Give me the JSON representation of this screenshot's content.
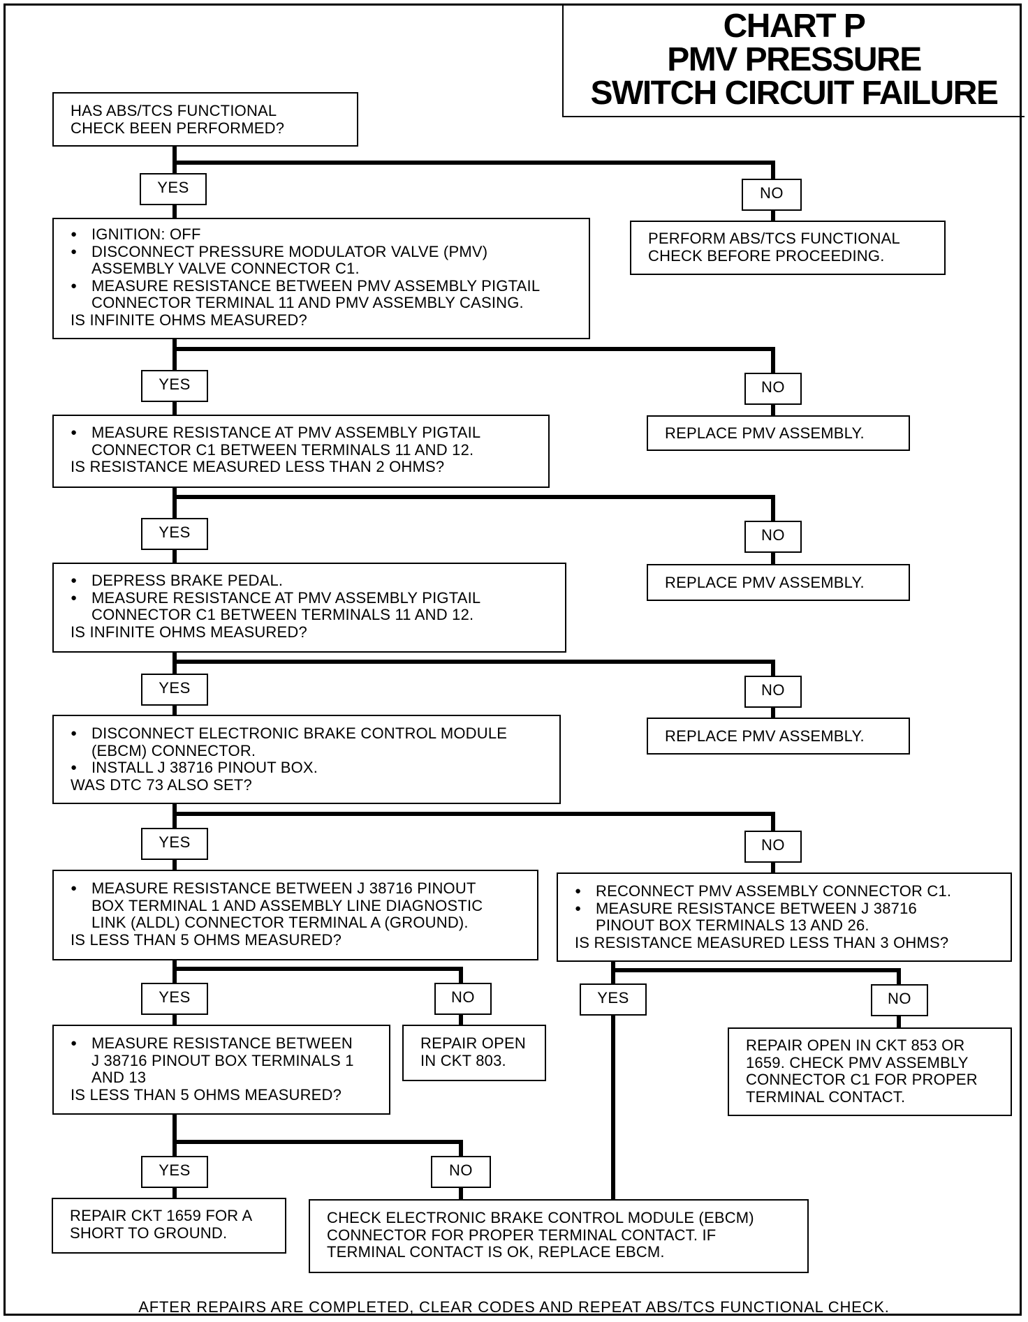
{
  "title": {
    "lines": [
      "CHART P",
      "PMV PRESSURE",
      "SWITCH CIRCUIT FAILURE"
    ]
  },
  "labels": {
    "yes": "YES",
    "no": "NO"
  },
  "boxes": {
    "start": {
      "lines": [
        "HAS ABS/TCS FUNCTIONAL",
        "CHECK BEEN PERFORMED?"
      ]
    },
    "step1": {
      "bullets": [
        [
          "IGNITION: OFF"
        ],
        [
          "DISCONNECT PRESSURE MODULATOR VALVE (PMV)",
          "ASSEMBLY VALVE CONNECTOR C1."
        ],
        [
          "MEASURE RESISTANCE BETWEEN PMV ASSEMBLY PIGTAIL",
          "CONNECTOR TERMINAL 11 AND PMV ASSEMBLY CASING."
        ]
      ],
      "question": "IS INFINITE OHMS MEASURED?"
    },
    "no1": {
      "lines": [
        "PERFORM ABS/TCS  FUNCTIONAL",
        "CHECK BEFORE PROCEEDING."
      ]
    },
    "step2": {
      "bullets": [
        [
          "MEASURE RESISTANCE AT PMV ASSEMBLY PIGTAIL",
          "CONNECTOR C1 BETWEEN TERMINALS 11 AND 12."
        ]
      ],
      "question": "IS RESISTANCE MEASURED LESS THAN 2 OHMS?"
    },
    "no2": {
      "lines": [
        "REPLACE PMV ASSEMBLY."
      ]
    },
    "step3": {
      "bullets": [
        [
          "DEPRESS BRAKE PEDAL."
        ],
        [
          "MEASURE RESISTANCE AT PMV ASSEMBLY PIGTAIL",
          "CONNECTOR C1 BETWEEN TERMINALS 11 AND 12."
        ]
      ],
      "question": "IS INFINITE OHMS MEASURED?"
    },
    "no3": {
      "lines": [
        "REPLACE PMV ASSEMBLY."
      ]
    },
    "step4": {
      "bullets": [
        [
          "DISCONNECT ELECTRONIC BRAKE CONTROL MODULE",
          "(EBCM) CONNECTOR."
        ],
        [
          "INSTALL J 38716 PINOUT BOX."
        ]
      ],
      "question": "WAS DTC 73 ALSO SET?"
    },
    "no4": {
      "lines": [
        "REPLACE PMV ASSEMBLY."
      ]
    },
    "step5": {
      "bullets": [
        [
          "MEASURE RESISTANCE BETWEEN J 38716 PINOUT",
          "BOX TERMINAL 1 AND ASSEMBLY LINE DIAGNOSTIC",
          "LINK (ALDL) CONNECTOR TERMINAL A (GROUND)."
        ]
      ],
      "question": "IS LESS THAN 5 OHMS MEASURED?"
    },
    "step5b": {
      "bullets": [
        [
          "RECONNECT PMV ASSEMBLY CONNECTOR C1."
        ],
        [
          "MEASURE RESISTANCE BETWEEN J 38716",
          "PINOUT BOX TERMINALS 13 AND 26."
        ]
      ],
      "question": "IS RESISTANCE MEASURED LESS THAN 3 OHMS?"
    },
    "no5": {
      "lines": [
        "REPAIR OPEN",
        "IN CKT 803."
      ]
    },
    "step6": {
      "bullets": [
        [
          "MEASURE RESISTANCE BETWEEN",
          "J 38716 PINOUT BOX TERMINALS 1",
          "AND 13"
        ]
      ],
      "question": "IS LESS THAN 5 OHMS MEASURED?"
    },
    "no5b": {
      "lines": [
        "REPAIR OPEN IN CKT 853 OR",
        "1659.  CHECK PMV ASSEMBLY",
        "CONNECTOR C1 FOR PROPER",
        "TERMINAL CONTACT."
      ]
    },
    "yes6": {
      "lines": [
        "REPAIR CKT 1659 FOR A",
        "SHORT TO GROUND."
      ]
    },
    "final": {
      "lines": [
        "CHECK ELECTRONIC BRAKE CONTROL MODULE (EBCM)",
        "CONNECTOR FOR PROPER TERMINAL CONTACT.  IF",
        "TERMINAL CONTACT IS OK, REPLACE EBCM."
      ]
    }
  },
  "footer": "AFTER REPAIRS ARE COMPLETED, CLEAR CODES AND REPEAT ABS/TCS FUNCTIONAL CHECK."
}
